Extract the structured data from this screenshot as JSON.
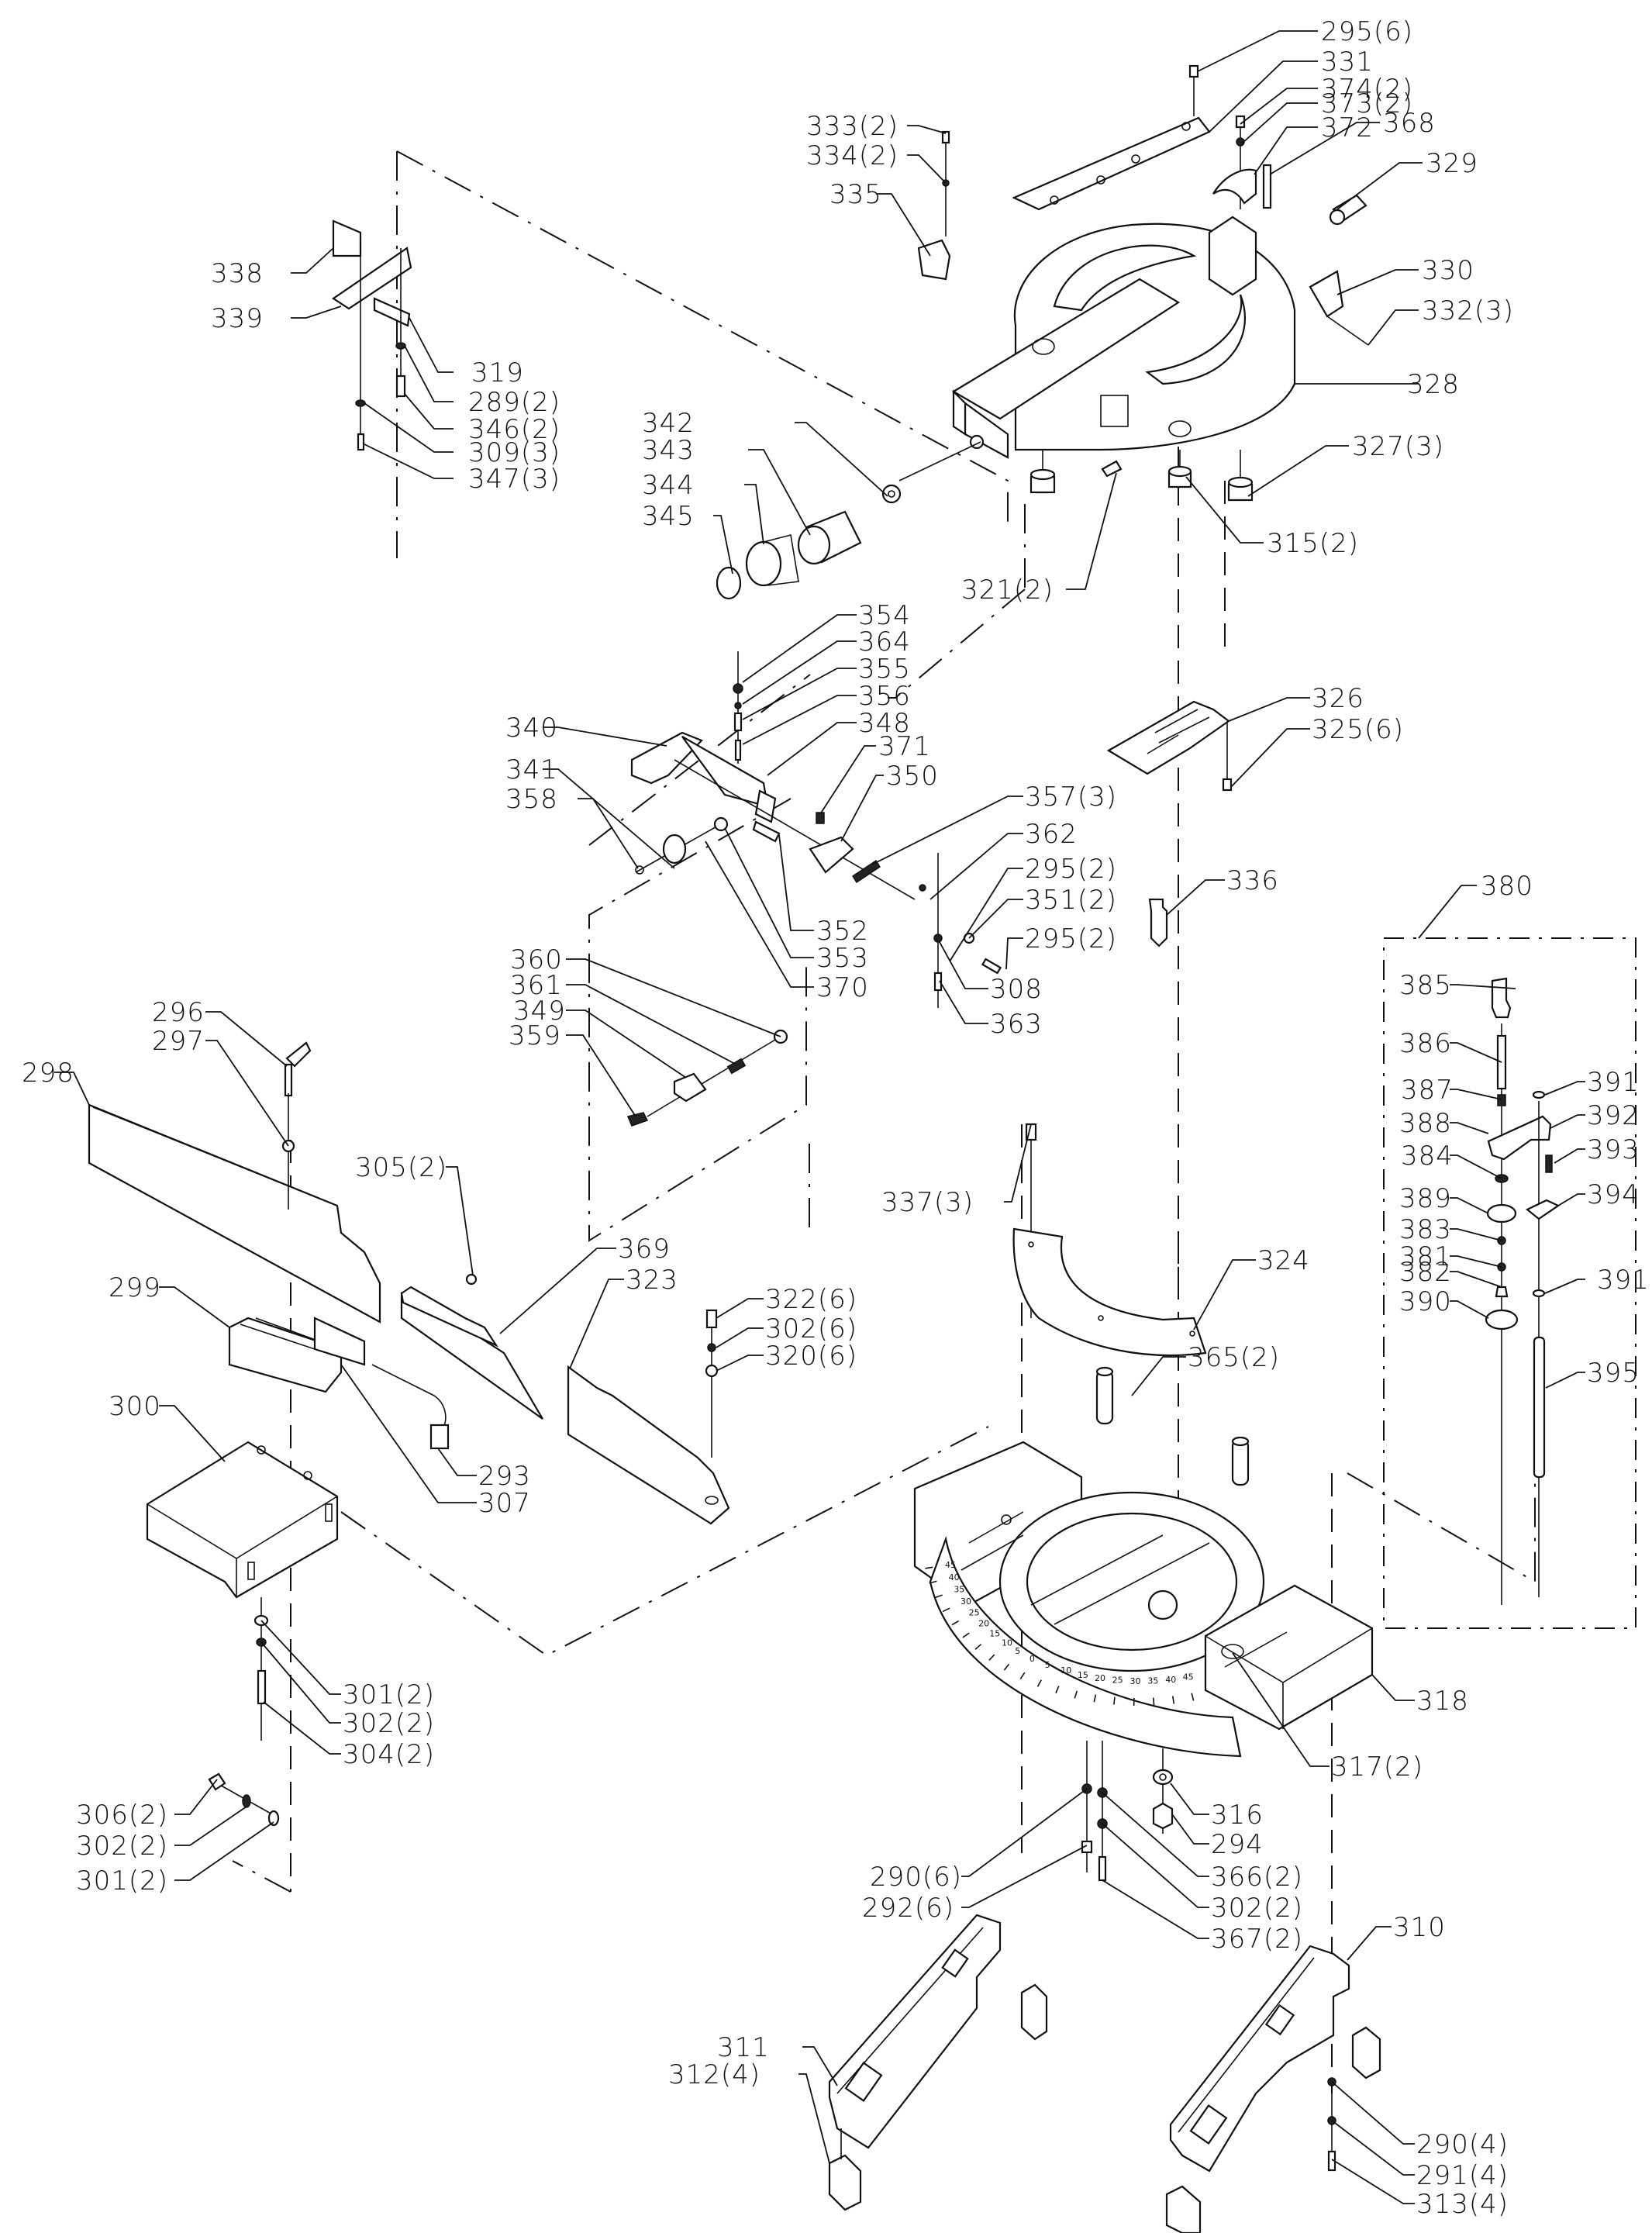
{
  "diagram": {
    "type": "exploded-parts-diagram",
    "subject": "miter saw base and turntable assembly",
    "inset_group": {
      "id": "380",
      "label": "380"
    },
    "scale_marks": [
      "45",
      "40",
      "35",
      "30",
      "25",
      "20",
      "15",
      "10",
      "5",
      "0",
      "5",
      "10",
      "15",
      "20",
      "25",
      "30",
      "35",
      "40",
      "45"
    ],
    "labels": [
      {
        "id": "p295a",
        "text": "295(6)"
      },
      {
        "id": "p331",
        "text": "331"
      },
      {
        "id": "p374",
        "text": "374(2)"
      },
      {
        "id": "p373",
        "text": "373(2)"
      },
      {
        "id": "p372",
        "text": "372"
      },
      {
        "id": "p368",
        "text": "368"
      },
      {
        "id": "p329",
        "text": "329"
      },
      {
        "id": "p333",
        "text": "333(2)"
      },
      {
        "id": "p334",
        "text": "334(2)"
      },
      {
        "id": "p335",
        "text": "335"
      },
      {
        "id": "p330",
        "text": "330"
      },
      {
        "id": "p332",
        "text": "332(3)"
      },
      {
        "id": "p328",
        "text": "328"
      },
      {
        "id": "p327",
        "text": "327(3)"
      },
      {
        "id": "p315",
        "text": "315(2)"
      },
      {
        "id": "p321",
        "text": "321(2)"
      },
      {
        "id": "p338",
        "text": "338"
      },
      {
        "id": "p339",
        "text": "339"
      },
      {
        "id": "p319",
        "text": "319"
      },
      {
        "id": "p289",
        "text": "289(2)"
      },
      {
        "id": "p346",
        "text": "346(2)"
      },
      {
        "id": "p309",
        "text": "309(3)"
      },
      {
        "id": "p347",
        "text": "347(3)"
      },
      {
        "id": "p342",
        "text": "342"
      },
      {
        "id": "p343",
        "text": "343"
      },
      {
        "id": "p344",
        "text": "344"
      },
      {
        "id": "p345",
        "text": "345"
      },
      {
        "id": "p354",
        "text": "354"
      },
      {
        "id": "p364",
        "text": "364"
      },
      {
        "id": "p355",
        "text": "355"
      },
      {
        "id": "p356",
        "text": "356"
      },
      {
        "id": "p348",
        "text": "348"
      },
      {
        "id": "p340",
        "text": "340"
      },
      {
        "id": "p341",
        "text": "341"
      },
      {
        "id": "p358",
        "text": "358"
      },
      {
        "id": "p371",
        "text": "371"
      },
      {
        "id": "p350",
        "text": "350"
      },
      {
        "id": "p357",
        "text": "357(3)"
      },
      {
        "id": "p362",
        "text": "362"
      },
      {
        "id": "p295b",
        "text": "295(2)"
      },
      {
        "id": "p351",
        "text": "351(2)"
      },
      {
        "id": "p295c",
        "text": "295(2)"
      },
      {
        "id": "p352",
        "text": "352"
      },
      {
        "id": "p353",
        "text": "353"
      },
      {
        "id": "p370",
        "text": "370"
      },
      {
        "id": "p308",
        "text": "308"
      },
      {
        "id": "p363",
        "text": "363"
      },
      {
        "id": "p326",
        "text": "326"
      },
      {
        "id": "p325",
        "text": "325(6)"
      },
      {
        "id": "p336",
        "text": "336"
      },
      {
        "id": "p360",
        "text": "360"
      },
      {
        "id": "p361",
        "text": "361"
      },
      {
        "id": "p349",
        "text": "349"
      },
      {
        "id": "p359",
        "text": "359"
      },
      {
        "id": "p296",
        "text": "296"
      },
      {
        "id": "p297",
        "text": "297"
      },
      {
        "id": "p298",
        "text": "298"
      },
      {
        "id": "p305",
        "text": "305(2)"
      },
      {
        "id": "p369",
        "text": "369"
      },
      {
        "id": "p323",
        "text": "323"
      },
      {
        "id": "p322",
        "text": "322(6)"
      },
      {
        "id": "p302a",
        "text": "302(6)"
      },
      {
        "id": "p320",
        "text": "320(6)"
      },
      {
        "id": "p299",
        "text": "299"
      },
      {
        "id": "p300",
        "text": "300"
      },
      {
        "id": "p293",
        "text": "293"
      },
      {
        "id": "p307",
        "text": "307"
      },
      {
        "id": "p337",
        "text": "337(3)"
      },
      {
        "id": "p324",
        "text": "324"
      },
      {
        "id": "p365",
        "text": "365(2)"
      },
      {
        "id": "p380",
        "text": "380"
      },
      {
        "id": "p385",
        "text": "385"
      },
      {
        "id": "p386",
        "text": "386"
      },
      {
        "id": "p387",
        "text": "387"
      },
      {
        "id": "p388",
        "text": "388"
      },
      {
        "id": "p384",
        "text": "384"
      },
      {
        "id": "p389",
        "text": "389"
      },
      {
        "id": "p383",
        "text": "383"
      },
      {
        "id": "p381",
        "text": "381"
      },
      {
        "id": "p382",
        "text": "382"
      },
      {
        "id": "p390",
        "text": "390"
      },
      {
        "id": "p391a",
        "text": "391"
      },
      {
        "id": "p392",
        "text": "392"
      },
      {
        "id": "p393",
        "text": "393"
      },
      {
        "id": "p394",
        "text": "394"
      },
      {
        "id": "p391b",
        "text": "391"
      },
      {
        "id": "p395",
        "text": "395"
      },
      {
        "id": "p301a",
        "text": "301(2)"
      },
      {
        "id": "p302b",
        "text": "302(2)"
      },
      {
        "id": "p304",
        "text": "304(2)"
      },
      {
        "id": "p306",
        "text": "306(2)"
      },
      {
        "id": "p302c",
        "text": "302(2)"
      },
      {
        "id": "p301b",
        "text": "301(2)"
      },
      {
        "id": "p318",
        "text": "318"
      },
      {
        "id": "p317",
        "text": "317(2)"
      },
      {
        "id": "p316",
        "text": "316"
      },
      {
        "id": "p294",
        "text": "294"
      },
      {
        "id": "p290a",
        "text": "290(6)"
      },
      {
        "id": "p292",
        "text": "292(6)"
      },
      {
        "id": "p366",
        "text": "366(2)"
      },
      {
        "id": "p302d",
        "text": "302(2)"
      },
      {
        "id": "p367",
        "text": "367(2)"
      },
      {
        "id": "p310",
        "text": "310"
      },
      {
        "id": "p311",
        "text": "311"
      },
      {
        "id": "p312",
        "text": "312(4)"
      },
      {
        "id": "p290b",
        "text": "290(4)"
      },
      {
        "id": "p291",
        "text": "291(4)"
      },
      {
        "id": "p313",
        "text": "313(4)"
      }
    ]
  }
}
